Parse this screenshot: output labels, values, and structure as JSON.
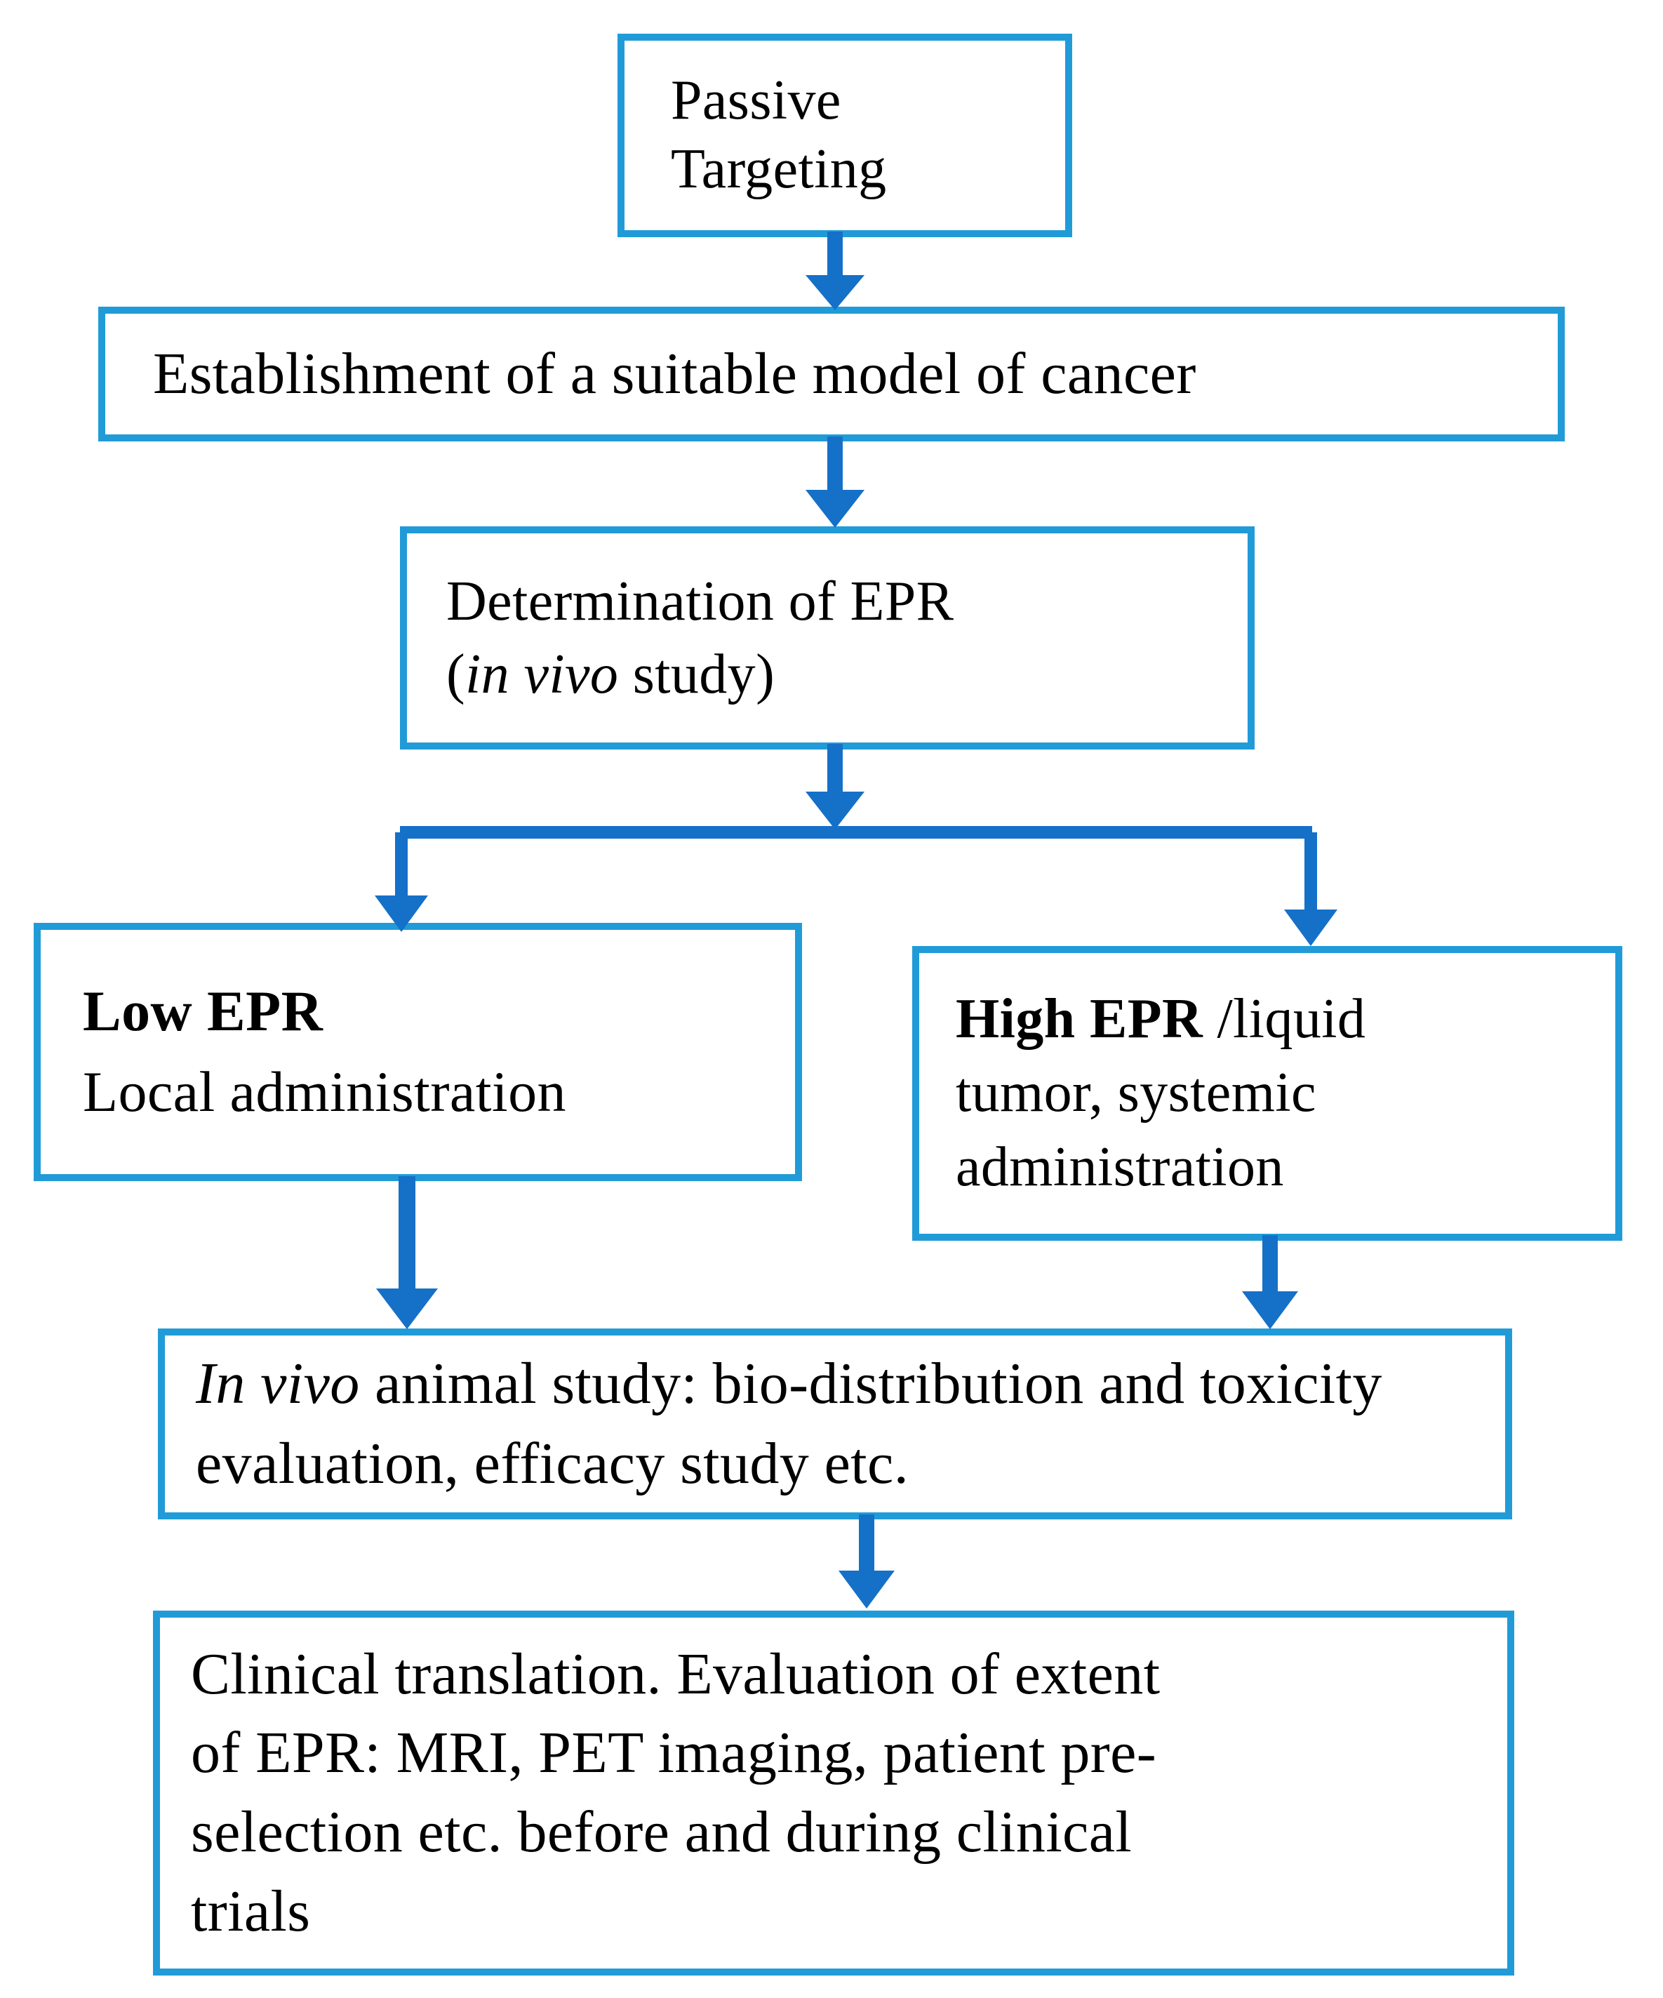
{
  "diagram": {
    "title": "Passive Targeting workflow flowchart",
    "colors": {
      "box_border": "#219BD8",
      "arrow": "#1570C8",
      "text": "#000000",
      "background": "#FFFFFF"
    },
    "nodes": [
      {
        "id": "passive-targeting",
        "label": "Passive\nTargeting",
        "line1": "Passive",
        "line2": "Targeting"
      },
      {
        "id": "establishment",
        "label": "Establishment of a suitable model of cancer"
      },
      {
        "id": "determination-epr",
        "line1": "Determination of EPR",
        "line2_italic": "in vivo",
        "line2_prefix": "(",
        "line2_suffix": " study)"
      },
      {
        "id": "low-epr",
        "line1_bold": "Low EPR",
        "line2": "Local administration"
      },
      {
        "id": "high-epr",
        "line1_bold": "High EPR",
        "line1_rest": " /liquid",
        "line2": "tumor, systemic",
        "line3": "administration"
      },
      {
        "id": "in-vivo-animal-study",
        "italic_lead": "In vivo",
        "rest": " animal study: bio-distribution and toxicity evaluation, efficacy study etc."
      },
      {
        "id": "clinical-translation",
        "line1": "Clinical translation. Evaluation of  extent",
        "line2": "of EPR: MRI, PET imaging, patient pre-",
        "line3": "selection etc. before and during clinical",
        "line4": "trials"
      }
    ],
    "connectors": [
      {
        "id": "arrow-passive-to-establishment",
        "kind": "straight-down-arrow"
      },
      {
        "id": "arrow-establishment-to-epr",
        "kind": "straight-down-arrow"
      },
      {
        "id": "arrow-epr-to-split",
        "kind": "straight-down-arrow"
      },
      {
        "id": "split-bus",
        "kind": "horizontal-bus"
      },
      {
        "id": "arrow-split-to-low-epr",
        "kind": "branch-down-arrow"
      },
      {
        "id": "arrow-split-to-high-epr",
        "kind": "branch-down-arrow"
      },
      {
        "id": "arrow-low-epr-to-invivo",
        "kind": "straight-down-arrow"
      },
      {
        "id": "arrow-high-epr-to-invivo",
        "kind": "straight-down-arrow"
      },
      {
        "id": "arrow-invivo-to-clinical",
        "kind": "straight-down-arrow"
      }
    ]
  }
}
